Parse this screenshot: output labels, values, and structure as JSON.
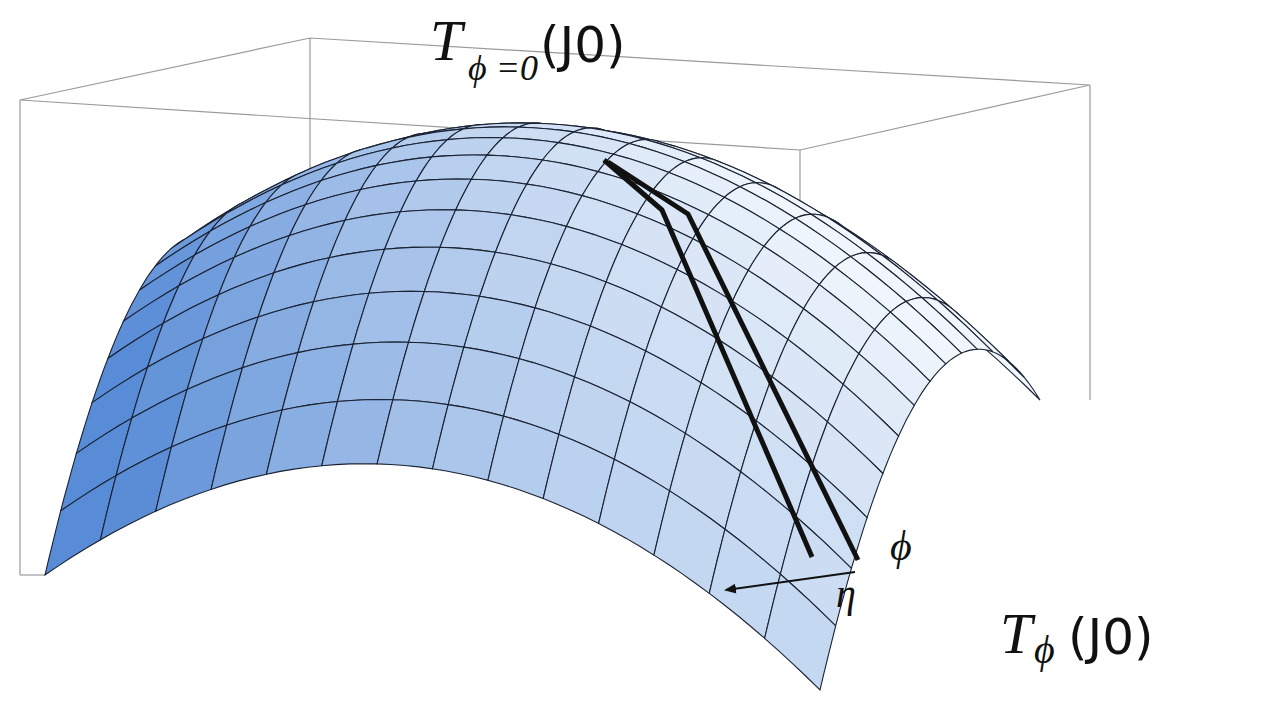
{
  "diagram": {
    "labels": [
      "T",
      "ϕ =0",
      "(J0)",
      "ϕ",
      "η",
      "T",
      "ϕ",
      "(J0)"
    ]
  }
}
